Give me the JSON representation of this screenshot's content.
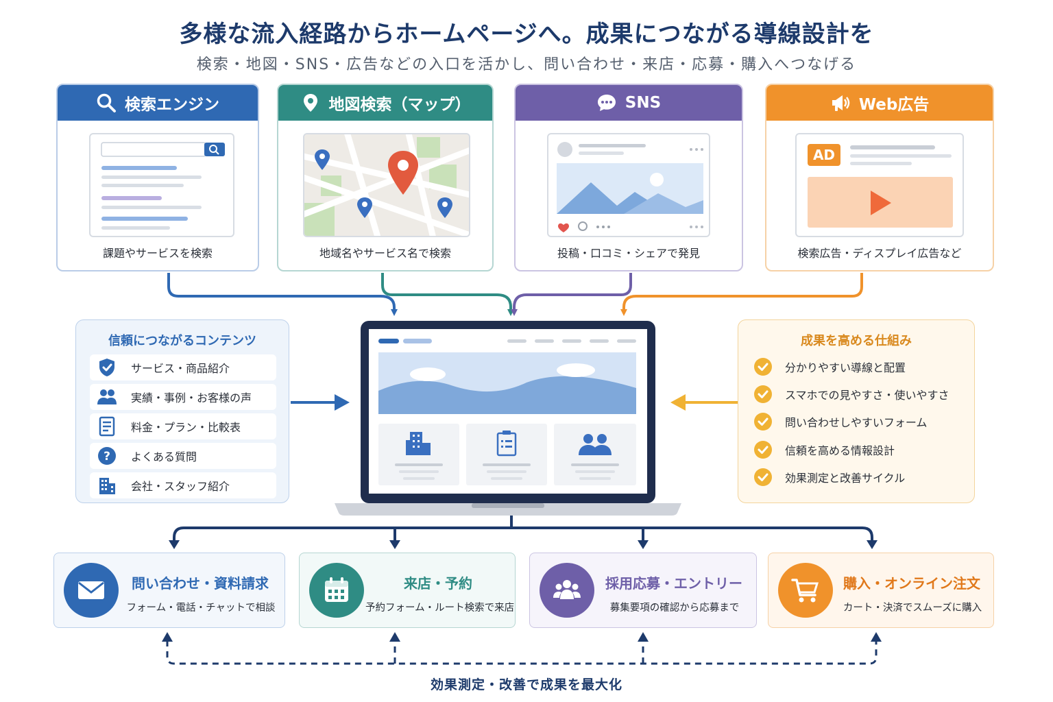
{
  "title": "多様な流入経路からホームページへ。成果につながる導線設計を",
  "subtitle": "検索・地図・SNS・広告などの入口を活かし、問い合わせ・来店・応募・購入へつなげる",
  "colors": {
    "blue": "#2f69b3",
    "teal": "#2f8c84",
    "purple": "#6e5fa8",
    "orange": "#f0922b",
    "navy": "#1d3a6b"
  },
  "sources": [
    {
      "title": "検索エンジン",
      "caption": "課題やサービスを検索",
      "icon": "search-icon"
    },
    {
      "title": "地図検索（マップ）",
      "caption": "地域名やサービス名で検索",
      "icon": "map-pin-icon"
    },
    {
      "title": "SNS",
      "caption": "投稿・口コミ・シェアで発見",
      "icon": "chat-bubble-icon"
    },
    {
      "title": "Web広告",
      "caption": "検索広告・ディスプレイ広告など",
      "icon": "megaphone-icon",
      "badge": "AD"
    }
  ],
  "content_panel": {
    "title": "信頼につながるコンテンツ",
    "items": [
      {
        "label": "サービス・商品紹介",
        "icon": "shield-check-icon"
      },
      {
        "label": "実績・事例・お客様の声",
        "icon": "users-icon"
      },
      {
        "label": "料金・プラン・比較表",
        "icon": "document-icon"
      },
      {
        "label": "よくある質問",
        "icon": "question-icon"
      },
      {
        "label": "会社・スタッフ紹介",
        "icon": "building-icon"
      }
    ]
  },
  "mechanism_panel": {
    "title": "成果を高める仕組み",
    "items": [
      {
        "label": "分かりやすい導線と配置",
        "icon": "check-circle-icon"
      },
      {
        "label": "スマホでの見やすさ・使いやすさ",
        "icon": "check-circle-icon"
      },
      {
        "label": "問い合わせしやすいフォーム",
        "icon": "check-circle-icon"
      },
      {
        "label": "信頼を高める情報設計",
        "icon": "check-circle-icon"
      },
      {
        "label": "効果測定と改善サイクル",
        "icon": "check-circle-icon"
      }
    ]
  },
  "outcomes": [
    {
      "title": "問い合わせ・資料請求",
      "desc": "フォーム・電話・チャットで相談",
      "icon": "mail-icon"
    },
    {
      "title": "来店・予約",
      "desc": "予約フォーム・ルート検索で来店",
      "icon": "calendar-icon"
    },
    {
      "title": "採用応募・エントリー",
      "desc": "募集要項の確認から応募まで",
      "icon": "people-icon"
    },
    {
      "title": "購入・オンライン注文",
      "desc": "カート・決済でスムーズに購入",
      "icon": "cart-icon"
    }
  ],
  "footer": "効果測定・改善で成果を最大化"
}
